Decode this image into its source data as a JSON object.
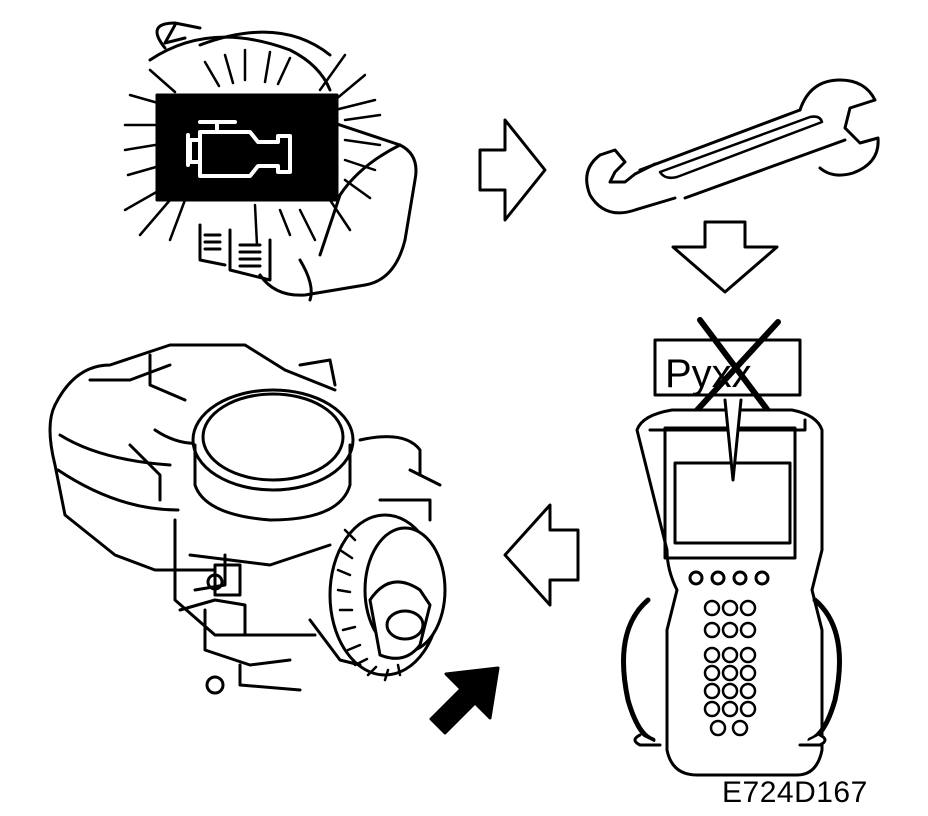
{
  "diagram": {
    "screen_code": "Pyxx",
    "figure_id": "E724D167",
    "colors": {
      "ink": "#000000",
      "paper": "#ffffff"
    },
    "steps": [
      {
        "icon": "check-engine-light-icon"
      },
      {
        "icon": "wrench-icon"
      },
      {
        "icon": "scan-tool-icon"
      },
      {
        "icon": "throttle-body-icon"
      }
    ],
    "arrows": [
      "right",
      "down",
      "left"
    ]
  }
}
